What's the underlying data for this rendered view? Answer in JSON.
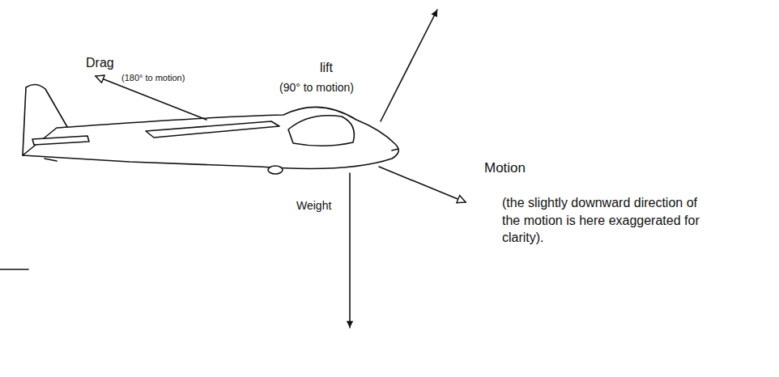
{
  "diagram": {
    "labels": [
      "lift",
      "(90° to motion)",
      "Drag",
      "(180° to motion)",
      "Motion",
      "(the slightly downward direction of the motion is here exaggerated for clarity).",
      "Weight"
    ]
  }
}
